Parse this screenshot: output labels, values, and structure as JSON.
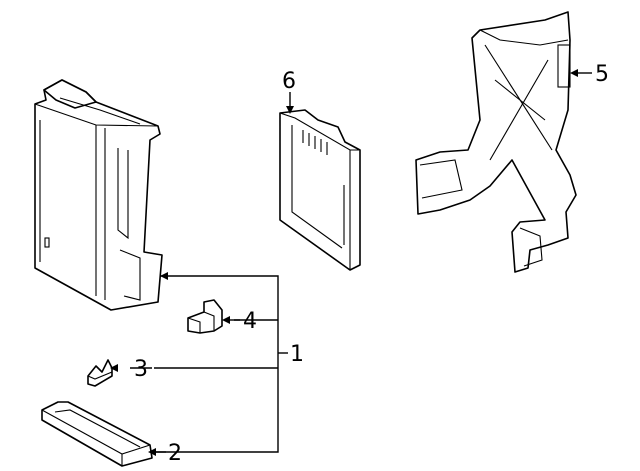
{
  "diagram": {
    "callouts": [
      {
        "id": "1",
        "label": "1"
      },
      {
        "id": "2",
        "label": "2"
      },
      {
        "id": "3",
        "label": "3"
      },
      {
        "id": "4",
        "label": "4"
      },
      {
        "id": "5",
        "label": "5"
      },
      {
        "id": "6",
        "label": "6"
      }
    ],
    "icons": {
      "part-1": "relay-block-housing",
      "part-2": "block-cover-tray",
      "part-3": "small-clip",
      "part-4": "connector-clip",
      "part-5": "mounting-bracket",
      "part-6": "control-module"
    }
  }
}
